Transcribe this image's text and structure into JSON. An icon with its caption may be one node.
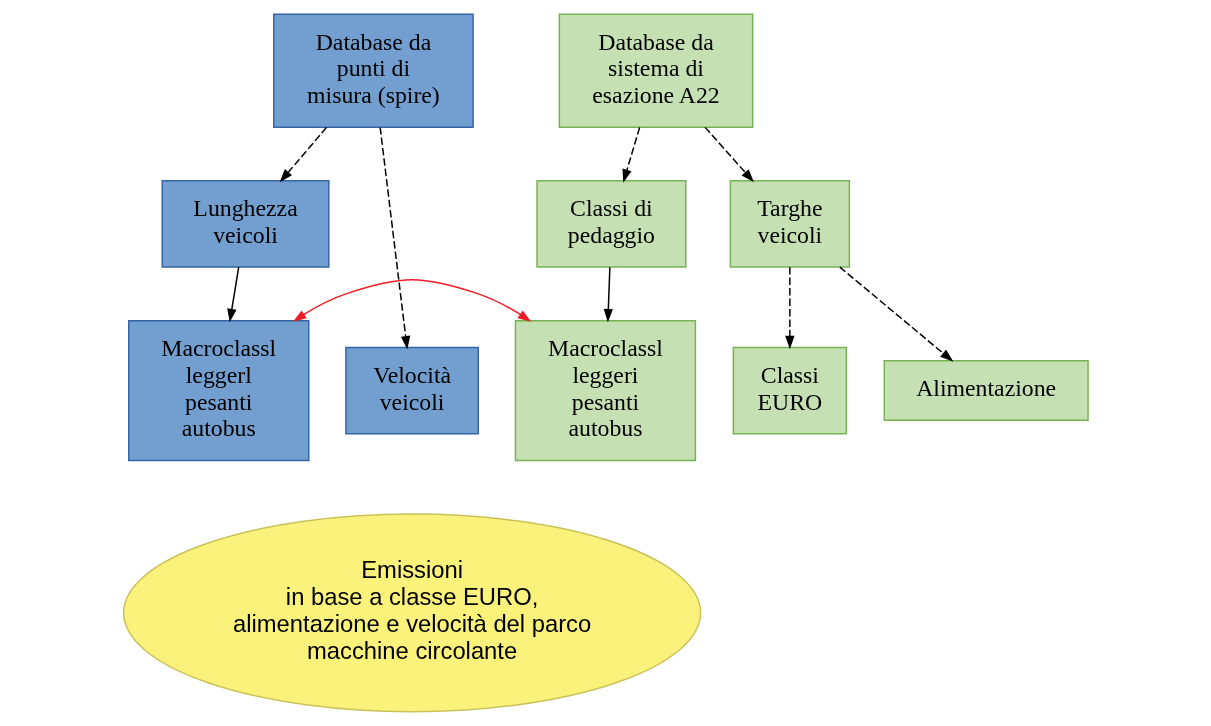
{
  "diagram": {
    "nodes": [
      {
        "text": [
          "Database da punti di misura (spire)"
        ]
      },
      {
        "text": [
          "Database da sistema di esazione A22"
        ]
      },
      {
        "text": [
          "Lunghezza veicoli"
        ]
      },
      {
        "text": [
          "Classi di pedaggio"
        ]
      },
      {
        "text": [
          "Targhe veicoli"
        ]
      },
      {
        "text": [
          "Velocità veicoli"
        ]
      },
      {
        "text": [
          "Macroclassl leggerl pesanti autobus"
        ]
      },
      {
        "text": [
          "Macroclassl leggeri pesanti autobus"
        ]
      },
      {
        "text": [
          "Classi EURO"
        ]
      },
      {
        "text": [
          "Alimentazione"
        ]
      },
      {
        "text": [
          "Emissioni in base a classe EURO, alimentazione e velocità del parco macchine circolante"
        ]
      }
    ],
    "edges": [
      {
        "from": 0,
        "to": 5,
        "arrow": "to",
        "style": "dashed"
      },
      {
        "from": 0,
        "to": 2,
        "arrow": "to",
        "style": "dashed"
      },
      {
        "from": 2,
        "to": 6,
        "arrow": "to"
      },
      {
        "from": 1,
        "to": 3,
        "arrow": "to",
        "style": "dashed"
      },
      {
        "from": 1,
        "to": 4,
        "arrow": "to",
        "style": "dashed"
      },
      {
        "from": 3,
        "to": 7,
        "arrow": "to"
      },
      {
        "from": 4,
        "to": 8,
        "arrow": "to",
        "style": "dashed"
      },
      {
        "from": 4,
        "to": 9,
        "arrow": "to",
        "style": "dashed"
      },
      {
        "from": 6,
        "to": 7,
        "arrow": "both",
        "color": "#ee1c24"
      }
    ]
  }
}
